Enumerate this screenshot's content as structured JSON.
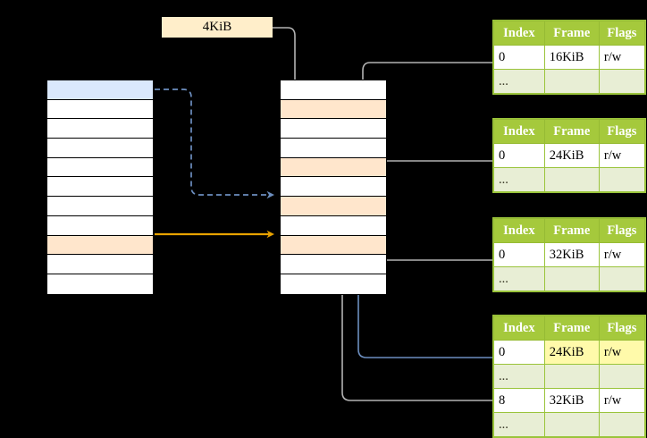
{
  "diagram": {
    "title": "paging-address-translation",
    "size_label": {
      "text": "4KiB"
    },
    "columns": [
      {
        "name": "virtual-address-space",
        "cells": [
          {
            "fill": "blue"
          },
          {
            "fill": "white"
          },
          {
            "fill": "white"
          },
          {
            "fill": "white"
          },
          {
            "fill": "white"
          },
          {
            "fill": "white"
          },
          {
            "fill": "white"
          },
          {
            "fill": "white"
          },
          {
            "fill": "orange"
          },
          {
            "fill": "white"
          },
          {
            "fill": "white"
          }
        ]
      },
      {
        "name": "physical-memory",
        "cells": [
          {
            "fill": "white"
          },
          {
            "fill": "orange"
          },
          {
            "fill": "white"
          },
          {
            "fill": "white"
          },
          {
            "fill": "orange"
          },
          {
            "fill": "white"
          },
          {
            "fill": "orange"
          },
          {
            "fill": "white"
          },
          {
            "fill": "orange"
          },
          {
            "fill": "white"
          },
          {
            "fill": "white"
          }
        ]
      }
    ],
    "tables": [
      {
        "name": "page-table-1",
        "headers": [
          "Index",
          "Frame",
          "Flags"
        ],
        "rows": [
          {
            "cells": [
              "0",
              "16KiB",
              "r/w"
            ],
            "style": "normal",
            "highlight": []
          },
          {
            "cells": [
              "...",
              "",
              ""
            ],
            "style": "alt",
            "highlight": []
          }
        ]
      },
      {
        "name": "page-table-2",
        "headers": [
          "Index",
          "Frame",
          "Flags"
        ],
        "rows": [
          {
            "cells": [
              "0",
              "24KiB",
              "r/w"
            ],
            "style": "normal",
            "highlight": []
          },
          {
            "cells": [
              "...",
              "",
              ""
            ],
            "style": "alt",
            "highlight": []
          }
        ]
      },
      {
        "name": "page-table-3",
        "headers": [
          "Index",
          "Frame",
          "Flags"
        ],
        "rows": [
          {
            "cells": [
              "0",
              "32KiB",
              "r/w"
            ],
            "style": "normal",
            "highlight": []
          },
          {
            "cells": [
              "...",
              "",
              ""
            ],
            "style": "alt",
            "highlight": []
          }
        ]
      },
      {
        "name": "page-table-4",
        "headers": [
          "Index",
          "Frame",
          "Flags"
        ],
        "rows": [
          {
            "cells": [
              "0",
              "24KiB",
              "r/w"
            ],
            "style": "normal",
            "highlight": [
              1,
              2
            ]
          },
          {
            "cells": [
              "...",
              "",
              ""
            ],
            "style": "alt",
            "highlight": []
          },
          {
            "cells": [
              "8",
              "32KiB",
              "r/w"
            ],
            "style": "normal",
            "highlight": []
          },
          {
            "cells": [
              "...",
              "",
              ""
            ],
            "style": "alt",
            "highlight": []
          }
        ]
      }
    ],
    "colors": {
      "page_highlight": "#ffe6cc",
      "virtual_highlight": "#dae8fc",
      "table_header": "#a5c93c",
      "table_alt_row": "#e8eed5",
      "label_bg": "#ffeeca",
      "cell_highlight": "#fffaaa",
      "arrow_blue": "#6c8ebf",
      "arrow_orange": "#e8a200",
      "arrow_gray": "#b3b3b3"
    }
  }
}
